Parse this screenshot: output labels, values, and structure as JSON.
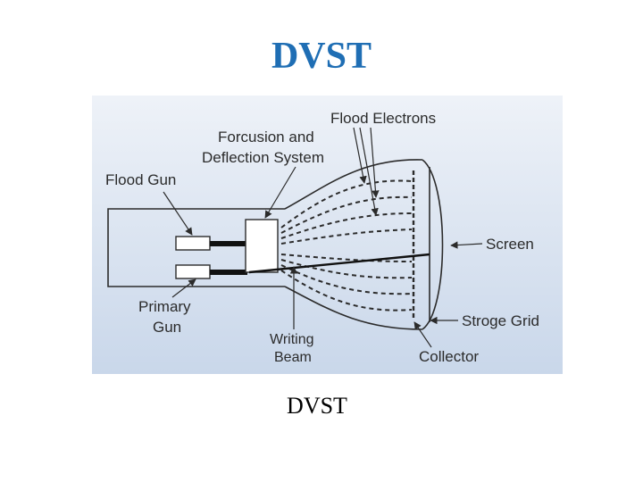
{
  "slide": {
    "title": "DVST",
    "caption": "DVST"
  },
  "diagram": {
    "labels": {
      "flood_electrons": "Flood Electrons",
      "focusion_line1": "Forcusion and",
      "focusion_line2": "Deflection System",
      "flood_gun": "Flood Gun",
      "screen": "Screen",
      "primary_line1": "Primary",
      "primary_line2": "Gun",
      "writing_line1": "Writing",
      "writing_line2": "Beam",
      "storage_grid": "Stroge Grid",
      "collector": "Collector"
    }
  },
  "colors": {
    "title": "#1f6eb4",
    "diagram_bg_top": "#eef2f8",
    "diagram_bg_bottom": "#c9d7ea",
    "stroke": "#2b2b2b"
  }
}
